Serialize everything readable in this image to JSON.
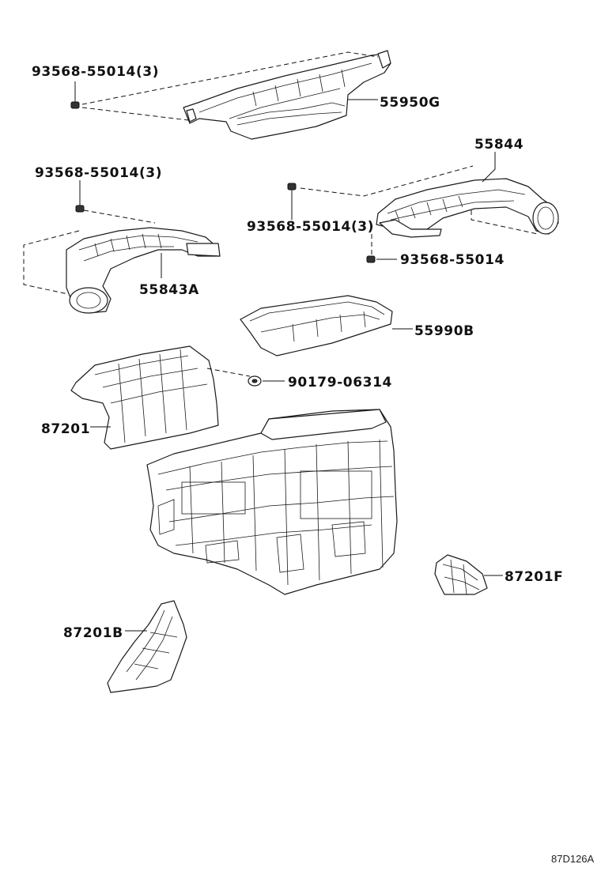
{
  "labels": {
    "bolt_top_left": "93568-55014(3)",
    "duct_55950G": "55950G",
    "bolt_mid_left": "93568-55014(3)",
    "duct_55844": "55844",
    "bolt_mid_right": "93568-55014(3)",
    "bolt_single": "93568-55014",
    "duct_55843A": "55843A",
    "cover_55990B": "55990B",
    "nut_90179": "90179-06314",
    "duct_87201": "87201",
    "duct_87201F": "87201F",
    "duct_87201B": "87201B"
  },
  "diagram_code": "87D126A"
}
